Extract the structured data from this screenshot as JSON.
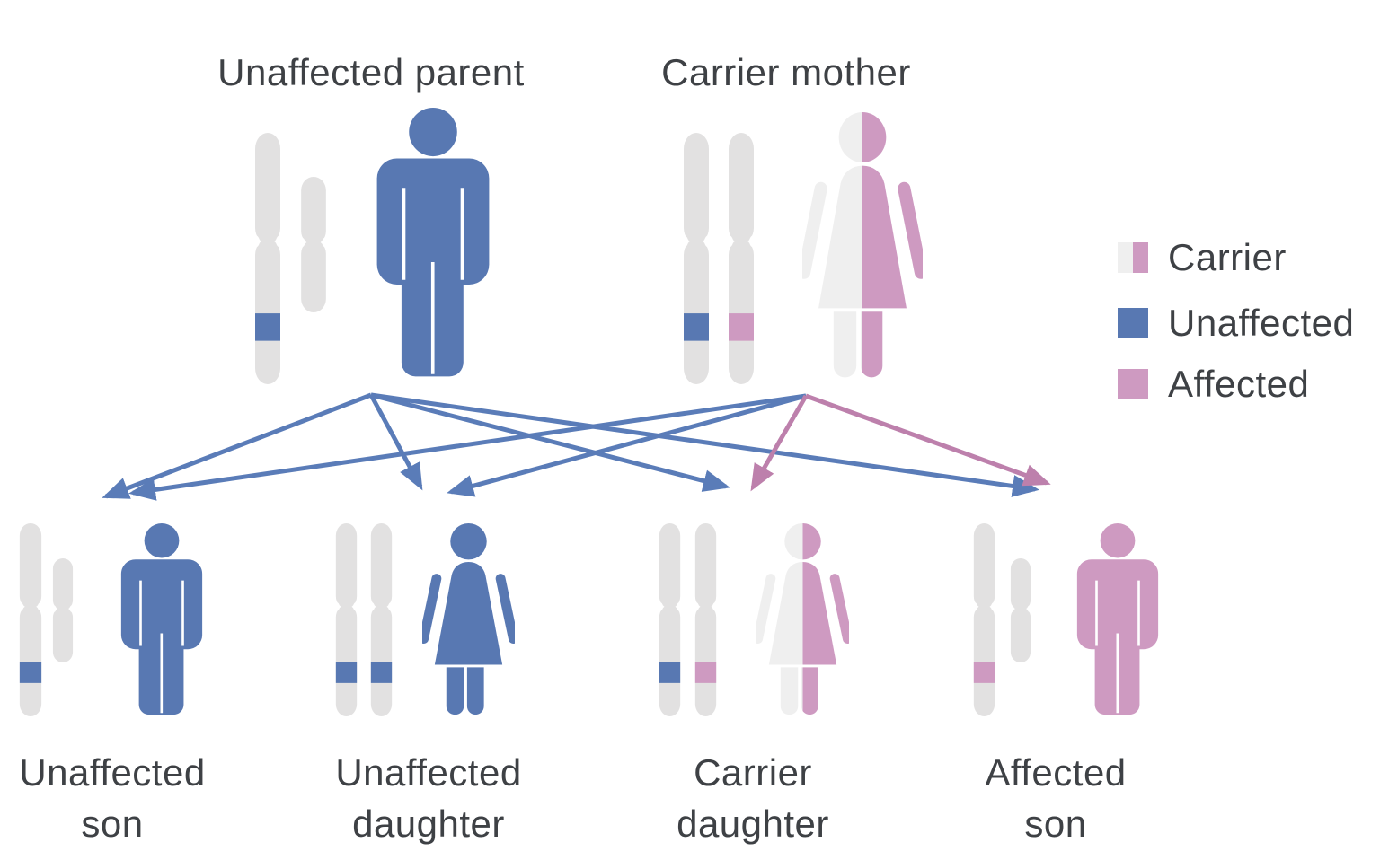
{
  "diagram": {
    "type": "pedigree",
    "topic": "X-linked recessive inheritance cross",
    "parents": [
      {
        "id": "father",
        "label": "Unaffected parent",
        "sex": "male",
        "status": "unaffected",
        "chromosomes": [
          {
            "type": "X",
            "band": "unaffected"
          },
          {
            "type": "Y",
            "band": null
          }
        ]
      },
      {
        "id": "mother",
        "label": "Carrier mother",
        "sex": "female",
        "status": "carrier",
        "chromosomes": [
          {
            "type": "X",
            "band": "unaffected"
          },
          {
            "type": "X",
            "band": "affected"
          }
        ]
      }
    ],
    "children": [
      {
        "id": "unaffected-son",
        "label_line1": "Unaffected",
        "label_line2": "son",
        "sex": "male",
        "status": "unaffected",
        "chromosomes": [
          {
            "type": "X",
            "band": "unaffected"
          },
          {
            "type": "Y",
            "band": null
          }
        ]
      },
      {
        "id": "unaffected-daughter",
        "label_line1": "Unaffected",
        "label_line2": "daughter",
        "sex": "female",
        "status": "unaffected",
        "chromosomes": [
          {
            "type": "X",
            "band": "unaffected"
          },
          {
            "type": "X",
            "band": "unaffected"
          }
        ]
      },
      {
        "id": "carrier-daughter",
        "label_line1": "Carrier",
        "label_line2": "daughter",
        "sex": "female",
        "status": "carrier",
        "chromosomes": [
          {
            "type": "X",
            "band": "unaffected"
          },
          {
            "type": "X",
            "band": "affected"
          }
        ]
      },
      {
        "id": "affected-son",
        "label_line1": "Affected",
        "label_line2": "son",
        "sex": "male",
        "status": "affected",
        "chromosomes": [
          {
            "type": "X",
            "band": "affected"
          },
          {
            "type": "Y",
            "band": null
          }
        ]
      }
    ],
    "inheritance": [
      {
        "from": "father",
        "to": "unaffected-son",
        "allele": "normal",
        "arrow_color": "blue"
      },
      {
        "from": "father",
        "to": "unaffected-daughter",
        "allele": "normal",
        "arrow_color": "blue"
      },
      {
        "from": "father",
        "to": "carrier-daughter",
        "allele": "normal",
        "arrow_color": "blue"
      },
      {
        "from": "father",
        "to": "affected-son",
        "allele": "normal",
        "arrow_color": "blue"
      },
      {
        "from": "mother",
        "to": "unaffected-son",
        "allele": "normal",
        "arrow_color": "blue"
      },
      {
        "from": "mother",
        "to": "unaffected-daughter",
        "allele": "normal",
        "arrow_color": "blue"
      },
      {
        "from": "mother",
        "to": "carrier-daughter",
        "allele": "recessive",
        "arrow_color": "pink"
      },
      {
        "from": "mother",
        "to": "affected-son",
        "allele": "recessive",
        "arrow_color": "pink"
      }
    ]
  },
  "legend": {
    "items": [
      {
        "label": "Carrier",
        "swatch": "split-gray-pink"
      },
      {
        "label": "Unaffected",
        "swatch": "blue"
      },
      {
        "label": "Affected",
        "swatch": "pink"
      }
    ]
  },
  "colors": {
    "unaffected_blue": "#5878B2",
    "affected_pink": "#CE9AC1",
    "carrier_gray": "#EFEFEF",
    "chromosome_gray": "#E2E1E1",
    "arrow_blue": "#5A7CB8",
    "arrow_pink": "#BD80AC",
    "text": "#3E4145",
    "background": "#FFFFFF"
  }
}
